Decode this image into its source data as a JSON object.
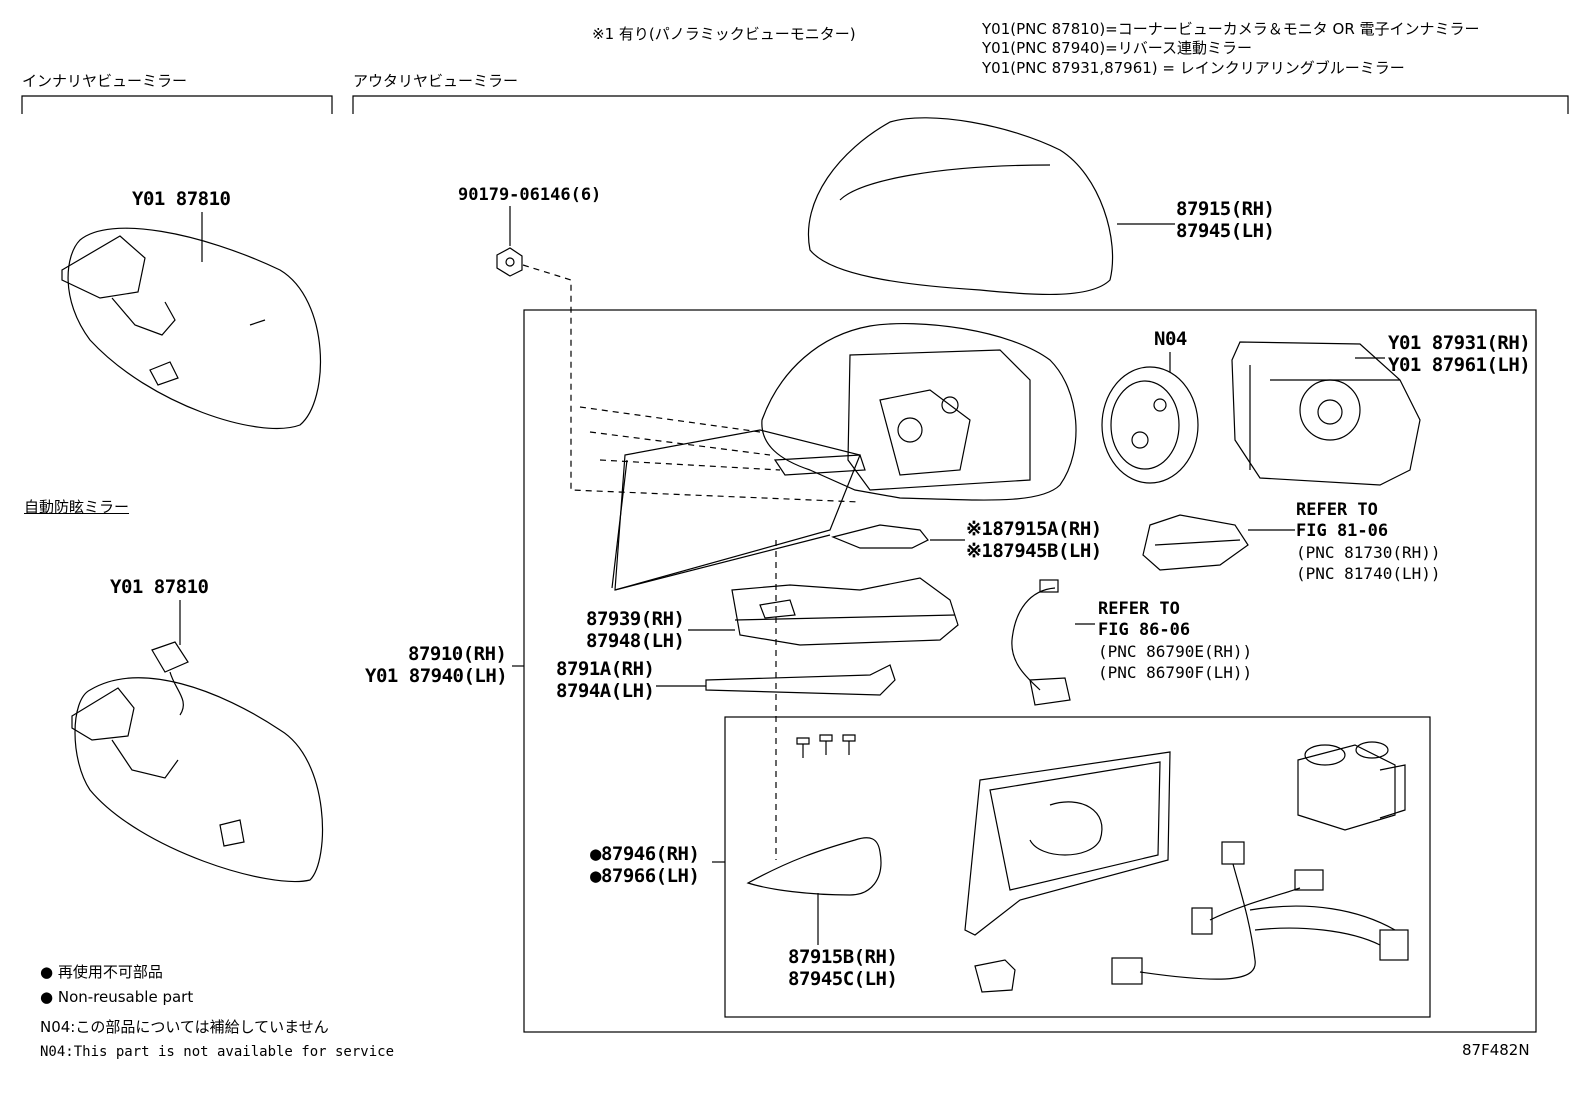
{
  "header": {
    "note1": "※1 有り(パノラミックビューモニター)",
    "y01_line1": "Y01(PNC 87810)=コーナービューカメラ＆モニタ OR 電子インナミラー",
    "y01_line2": "Y01(PNC 87940)=リバース連動ミラー",
    "y01_line3": "Y01(PNC 87931,87961) = レインクリアリングブルーミラー"
  },
  "sections": {
    "inner": "インナリヤビューミラー",
    "outer": "アウタリヤビューミラー",
    "auto": "自動防眩ミラー"
  },
  "parts": {
    "p_y01_87810_a": "Y01 87810",
    "p_y01_87810_b": "Y01 87810",
    "p_90179": "90179-06146(6)",
    "p_87915_rh": "87915(RH)",
    "p_87945_lh": "87945(LH)",
    "p_n04": "N04",
    "p_87931_rh": "Y01 87931(RH)",
    "p_87961_lh": "Y01 87961(LH)",
    "p_87915a_rh": "※187915A(RH)",
    "p_87945b_lh": "※187945B(LH)",
    "p_87939_rh": "87939(RH)",
    "p_87948_lh": "87948(LH)",
    "p_87910_rh": "87910(RH)",
    "p_87940_lh": "Y01 87940(LH)",
    "p_8791a_rh": "8791A(RH)",
    "p_8794a_lh": "8794A(LH)",
    "p_87946_rh": "●87946(RH)",
    "p_87966_lh": "●87966(LH)",
    "p_87915b_rh": "87915B(RH)",
    "p_87945c_lh": "87945C(LH)"
  },
  "refs": {
    "r1_a": "REFER TO",
    "r1_b": "FIG 81-06",
    "r1_c": "(PNC 81730(RH))",
    "r1_d": "(PNC 81740(LH))",
    "r2_a": "REFER TO",
    "r2_b": "FIG 86-06",
    "r2_c": "(PNC 86790E(RH))",
    "r2_d": "(PNC 86790F(LH))"
  },
  "legend": {
    "nonreuse_jp": "● 再使用不可部品",
    "nonreuse_en": "● Non-reusable part",
    "n04_jp": "N04:この部品については補給していません",
    "n04_en": "N04:This part is not available for service"
  },
  "figure_id": "87F482N"
}
